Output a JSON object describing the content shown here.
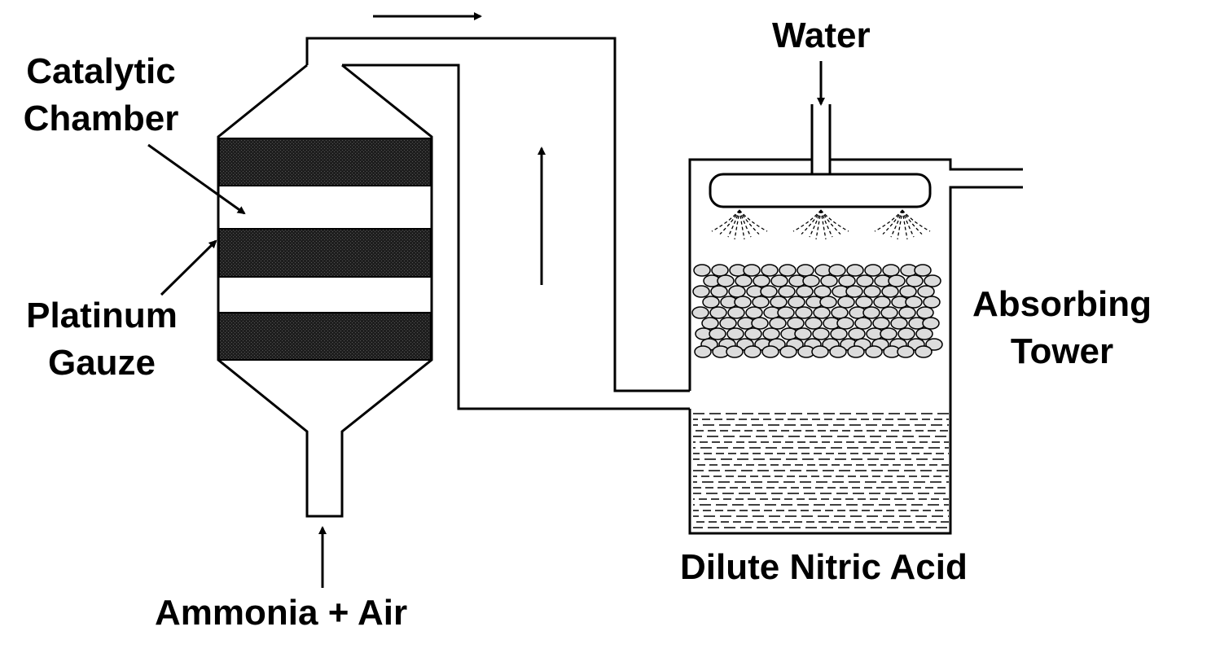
{
  "labels": {
    "catalytic_chamber": [
      "Catalytic",
      "Chamber"
    ],
    "platinum_gauze": [
      "Platinum",
      "Gauze"
    ],
    "ammonia_air": "Ammonia + Air",
    "water": "Water",
    "absorbing_tower": [
      "Absorbing",
      "Tower"
    ],
    "dilute_nitric_acid": "Dilute Nitric Acid"
  },
  "colors": {
    "line": "#000000",
    "gauze_fill": "#2b2b2b",
    "pellet_fill": "#dcdcdc",
    "background": "#ffffff"
  },
  "icons": [
    "flow-arrow-icon",
    "spray-nozzle-icon",
    "packing-pellet-icon"
  ]
}
